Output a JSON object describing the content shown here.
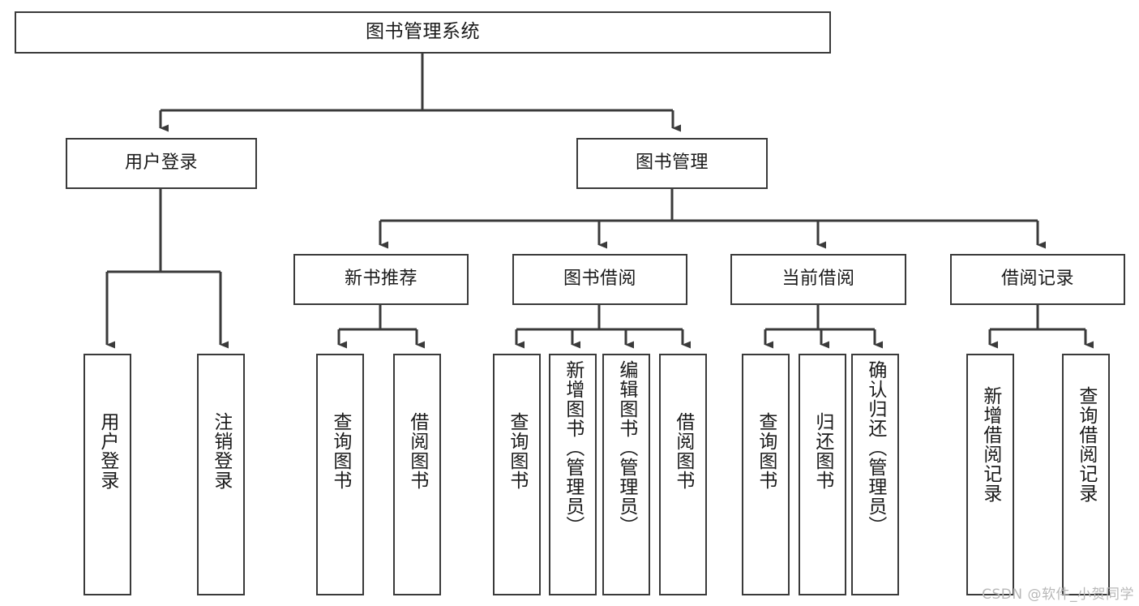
{
  "diagram": {
    "type": "tree-hierarchy-chart",
    "title": "图书管理系统",
    "line_color": "#3a3a3a",
    "box_fill": "#ffffff",
    "text_color": "#1a1a1a",
    "nodes": {
      "root": {
        "label": "图书管理系统"
      },
      "level2": [
        {
          "label": "用户登录"
        },
        {
          "label": "图书管理"
        }
      ],
      "level3": [
        {
          "label": "新书推荐"
        },
        {
          "label": "图书借阅"
        },
        {
          "label": "当前借阅"
        },
        {
          "label": "借阅记录"
        }
      ],
      "leaves": [
        {
          "label": "用户登录"
        },
        {
          "label": "注销登录"
        },
        {
          "label": "查询图书"
        },
        {
          "label": "借阅图书"
        },
        {
          "label": "查询图书"
        },
        {
          "label": "新增图书（管理员）"
        },
        {
          "label": "编辑图书（管理员）"
        },
        {
          "label": "借阅图书"
        },
        {
          "label": "查询图书"
        },
        {
          "label": "归还图书"
        },
        {
          "label": "确认归还（管理员）"
        },
        {
          "label": "新增借阅记录"
        },
        {
          "label": "查询借阅记录"
        }
      ]
    }
  },
  "watermark": {
    "text": "CSDN @软件_小贺同学",
    "color": "#b8b8b8"
  }
}
